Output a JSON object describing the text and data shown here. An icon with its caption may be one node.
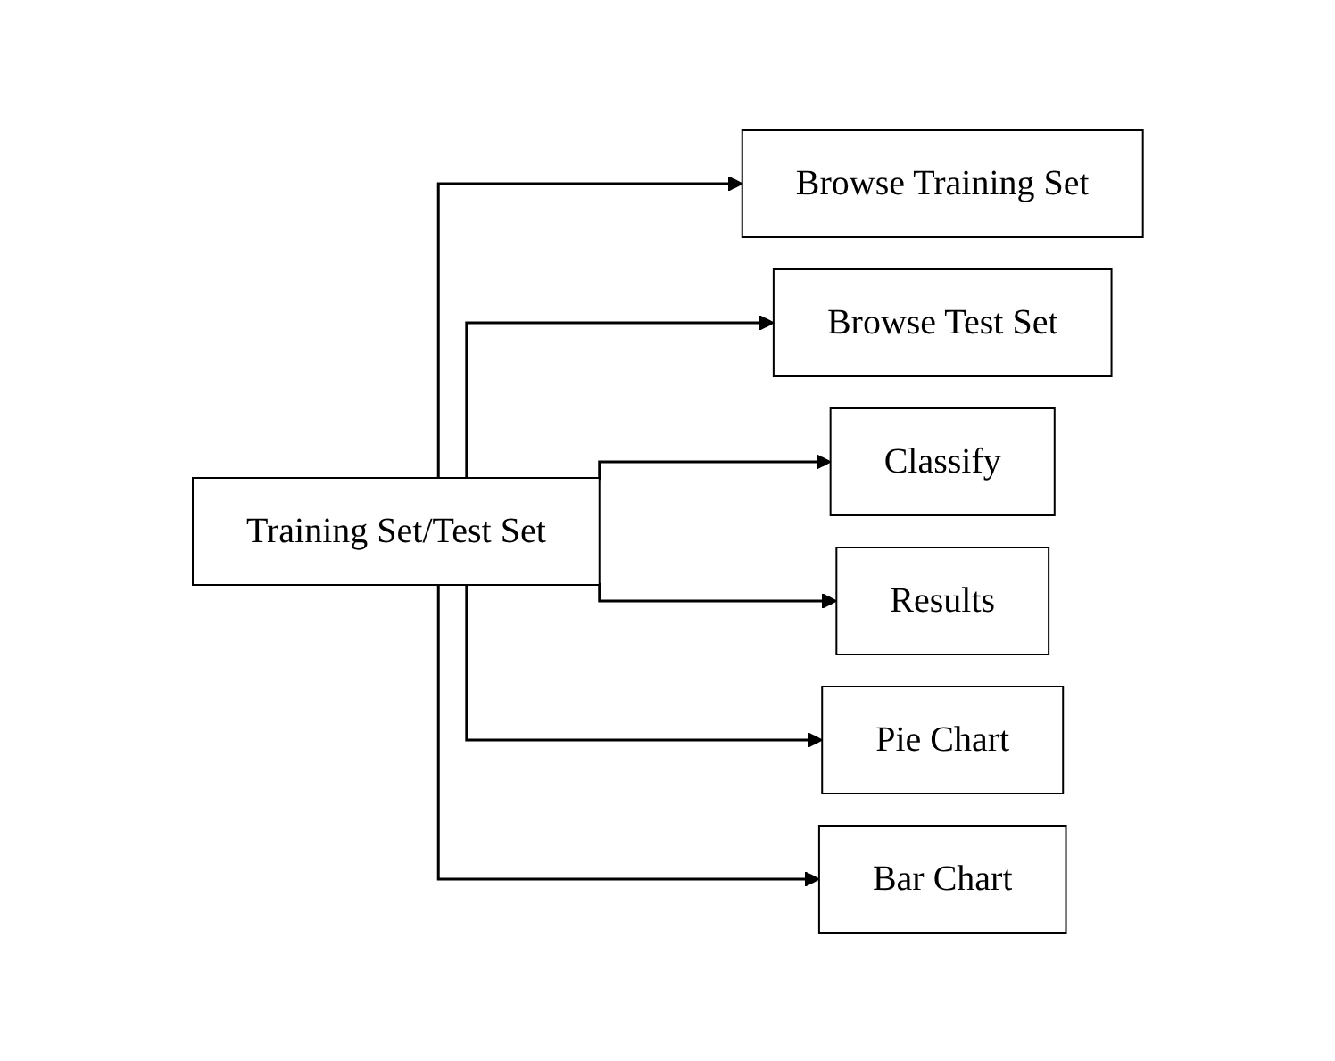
{
  "diagram": {
    "nodes": [
      {
        "text": [
          "Training Set/Test Set"
        ]
      },
      {
        "text": [
          "Browse Training Set"
        ]
      },
      {
        "text": [
          "Browse Test Set"
        ]
      },
      {
        "text": [
          "Classify"
        ]
      },
      {
        "text": [
          "Results"
        ]
      },
      {
        "text": [
          "Pie Chart"
        ]
      },
      {
        "text": [
          "Bar Chart"
        ]
      }
    ],
    "edges": [
      {
        "from": 0,
        "to": 1,
        "arrow": "to"
      },
      {
        "from": 0,
        "to": 2,
        "arrow": "to"
      },
      {
        "from": 0,
        "to": 3,
        "arrow": "to"
      },
      {
        "from": 0,
        "to": 4,
        "arrow": "to"
      },
      {
        "from": 0,
        "to": 5,
        "arrow": "to"
      },
      {
        "from": 0,
        "to": 6,
        "arrow": "to"
      }
    ]
  }
}
